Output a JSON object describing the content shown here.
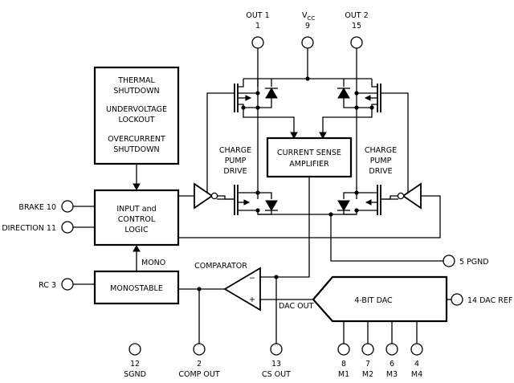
{
  "pins": {
    "out1": {
      "name": "OUT 1",
      "num": "1"
    },
    "vcc": {
      "name": "V",
      "sub": "CC",
      "num": "9"
    },
    "out2": {
      "name": "OUT 2",
      "num": "15"
    },
    "brake": {
      "label": "BRAKE 10"
    },
    "direction": {
      "label": "DIRECTION 11"
    },
    "rc": {
      "label": "RC 3"
    },
    "pgnd": {
      "label": "5 PGND"
    },
    "dac_ref": {
      "label": "14 DAC REF"
    },
    "sgnd": {
      "num": "12",
      "name": "SGND"
    },
    "comp_out": {
      "num": "2",
      "name": "COMP OUT"
    },
    "cs_out": {
      "num": "13",
      "name": "CS OUT"
    },
    "m1": {
      "num": "8",
      "name": "M1"
    },
    "m2": {
      "num": "7",
      "name": "M2"
    },
    "m3": {
      "num": "6",
      "name": "M3"
    },
    "m4": {
      "num": "4",
      "name": "M4"
    }
  },
  "blocks": {
    "protection": {
      "line1": "THERMAL",
      "line2": "SHUTDOWN",
      "line3": "UNDERVOLTAGE",
      "line4": "LOCKOUT",
      "line5": "OVERCURRENT",
      "line6": "SHUTDOWN"
    },
    "input_logic": {
      "line1": "INPUT and",
      "line2": "CONTROL",
      "line3": "LOGIC"
    },
    "monostable": {
      "label": "MONOSTABLE"
    },
    "current_sense": {
      "line1": "CURRENT SENSE",
      "line2": "AMPLIFIER"
    },
    "dac": {
      "label": "4-BIT DAC"
    },
    "charge_pump_left": {
      "line1": "CHARGE",
      "line2": "PUMP",
      "line3": "DRIVE"
    },
    "charge_pump_right": {
      "line1": "CHARGE",
      "line2": "PUMP",
      "line3": "DRIVE"
    }
  },
  "signals": {
    "mono": "MONO",
    "comparator": "COMPARATOR",
    "dac_out": "DAC OUT",
    "minus": "−",
    "plus": "+"
  }
}
